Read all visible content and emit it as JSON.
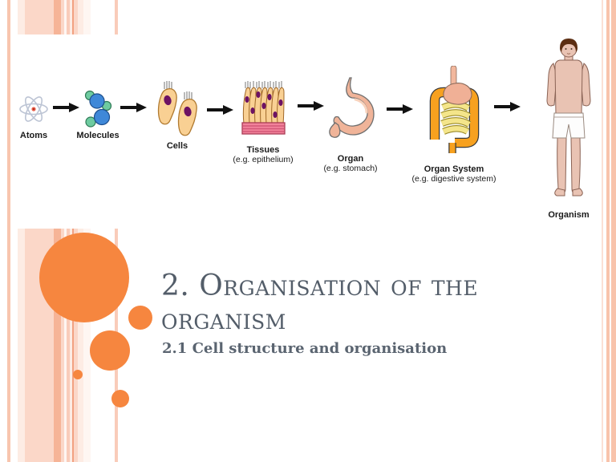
{
  "slide": {
    "title": "2. Organisation of the organism",
    "subtitle": "2.1 Cell structure and organisation"
  },
  "diagram": {
    "stages": [
      {
        "label": "Atoms",
        "icon": "atom-icon"
      },
      {
        "label": "Molecules",
        "icon": "molecules-icon"
      },
      {
        "label": "Cells",
        "icon": "cells-icon"
      },
      {
        "label": "Tissues",
        "example": "(e.g. epithelium)",
        "icon": "tissue-icon"
      },
      {
        "label": "Organ",
        "example": "(e.g. stomach)",
        "icon": "stomach-icon"
      },
      {
        "label": "Organ System",
        "example": "(e.g. digestive system)",
        "icon": "digestive-system-icon"
      },
      {
        "label": "Organism",
        "icon": "human-figure-icon"
      }
    ],
    "connector": "arrow-icon"
  },
  "colors": {
    "accent_orange": "#F6863F",
    "stripe_salmon": "#F8C3AB",
    "title_text": "#535D69",
    "label_text": "#1A1A1A"
  }
}
